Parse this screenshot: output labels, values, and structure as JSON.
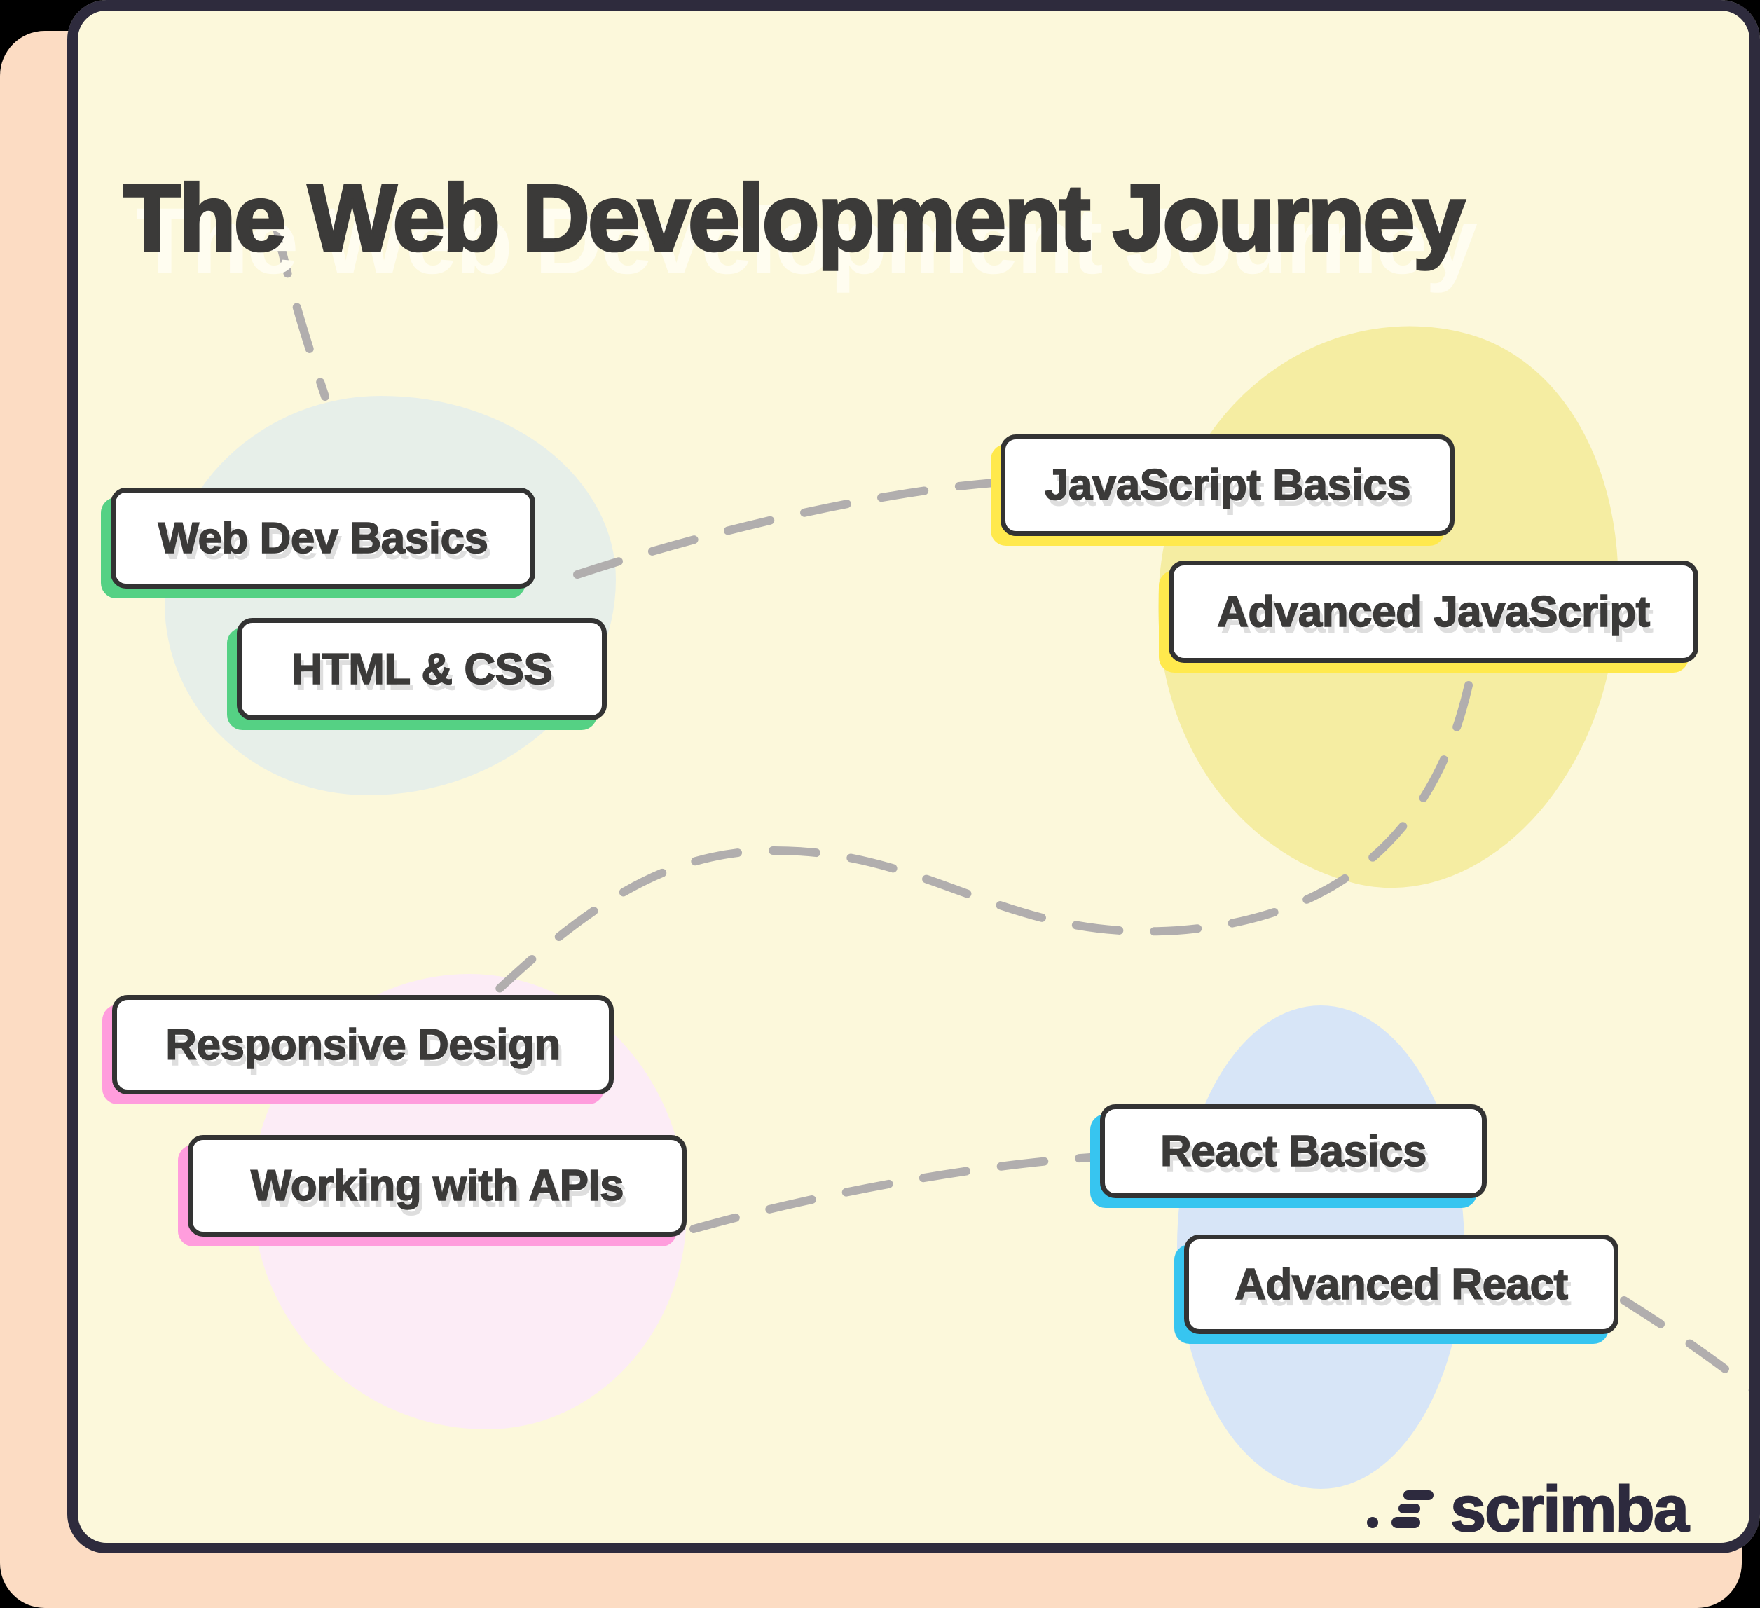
{
  "title": "The Web Development Journey",
  "nodes": [
    {
      "id": "web-dev-basics",
      "label": "Web Dev Basics",
      "accent": "#55d184"
    },
    {
      "id": "html-css",
      "label": "HTML & CSS",
      "accent": "#55d184"
    },
    {
      "id": "javascript-basics",
      "label": "JavaScript Basics",
      "accent": "#ffe94d"
    },
    {
      "id": "advanced-javascript",
      "label": "Advanced JavaScript",
      "accent": "#ffe94d"
    },
    {
      "id": "responsive-design",
      "label": "Responsive Design",
      "accent": "#ff9ddd"
    },
    {
      "id": "working-with-apis",
      "label": "Working with APIs",
      "accent": "#ff9ddd"
    },
    {
      "id": "react-basics",
      "label": "React Basics",
      "accent": "#37c5f0"
    },
    {
      "id": "advanced-react",
      "label": "Advanced React",
      "accent": "#37c5f0"
    }
  ],
  "brand": {
    "logo_text": "scrimba",
    "logo_color": "#2d2a3e"
  },
  "colors": {
    "card_background": "#fcf8db",
    "card_border": "#2e2b3d",
    "backdrop_peach": "#fcdcc3",
    "path_dash": "#b1aeae",
    "node_border": "#333333",
    "node_text": "#3b3a39",
    "blob_green": "#e7efe9",
    "blob_yellow": "#f5eda2",
    "blob_pink": "#fcecf6",
    "blob_blue": "#d7e5f7"
  }
}
